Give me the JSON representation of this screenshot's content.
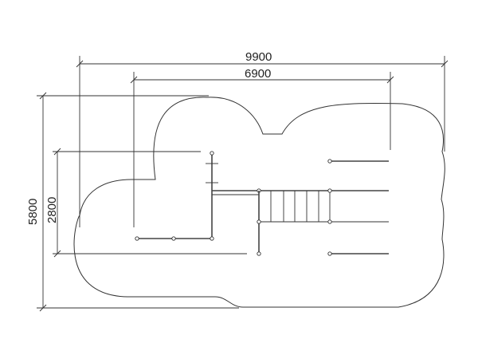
{
  "dimensions": {
    "overall_width": "9900",
    "inner_width": "6900",
    "overall_depth": "5800",
    "inner_depth": "2800"
  },
  "colors": {
    "line": "#333333",
    "background": "#ffffff"
  }
}
